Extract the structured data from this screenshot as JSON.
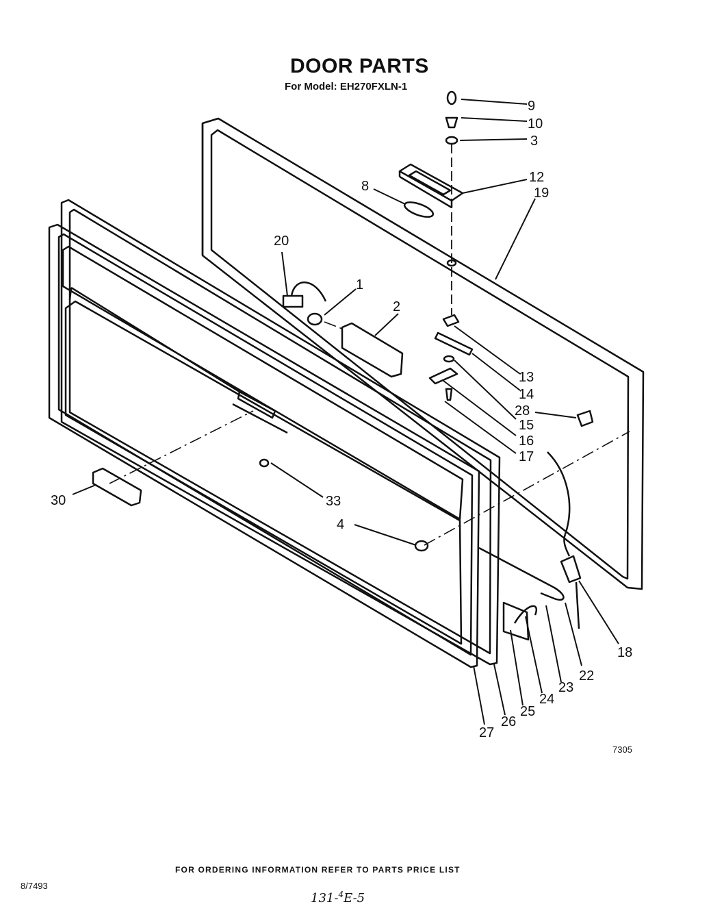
{
  "header": {
    "title": "DOOR PARTS",
    "subtitle": "For Model: EH270FXLN-1"
  },
  "callouts": [
    {
      "id": "9",
      "label": "9"
    },
    {
      "id": "10",
      "label": "10"
    },
    {
      "id": "3",
      "label": "3"
    },
    {
      "id": "12",
      "label": "12"
    },
    {
      "id": "19",
      "label": "19"
    },
    {
      "id": "8",
      "label": "8"
    },
    {
      "id": "20",
      "label": "20"
    },
    {
      "id": "1",
      "label": "1"
    },
    {
      "id": "2",
      "label": "2"
    },
    {
      "id": "13",
      "label": "13"
    },
    {
      "id": "14",
      "label": "14"
    },
    {
      "id": "28",
      "label": "28"
    },
    {
      "id": "15",
      "label": "15"
    },
    {
      "id": "16",
      "label": "16"
    },
    {
      "id": "17",
      "label": "17"
    },
    {
      "id": "30",
      "label": "30"
    },
    {
      "id": "33",
      "label": "33"
    },
    {
      "id": "4",
      "label": "4"
    },
    {
      "id": "18",
      "label": "18"
    },
    {
      "id": "22",
      "label": "22"
    },
    {
      "id": "23",
      "label": "23"
    },
    {
      "id": "24",
      "label": "24"
    },
    {
      "id": "25",
      "label": "25"
    },
    {
      "id": "26",
      "label": "26"
    },
    {
      "id": "27",
      "label": "27"
    }
  ],
  "drawing_number": "7305",
  "footer": {
    "ordering_note": "FOR ORDERING INFORMATION REFER TO PARTS PRICE LIST",
    "catalog_number": "8/7493",
    "handwritten_note_a": "131-",
    "handwritten_sup": "4",
    "handwritten_note_b": "E-5"
  }
}
